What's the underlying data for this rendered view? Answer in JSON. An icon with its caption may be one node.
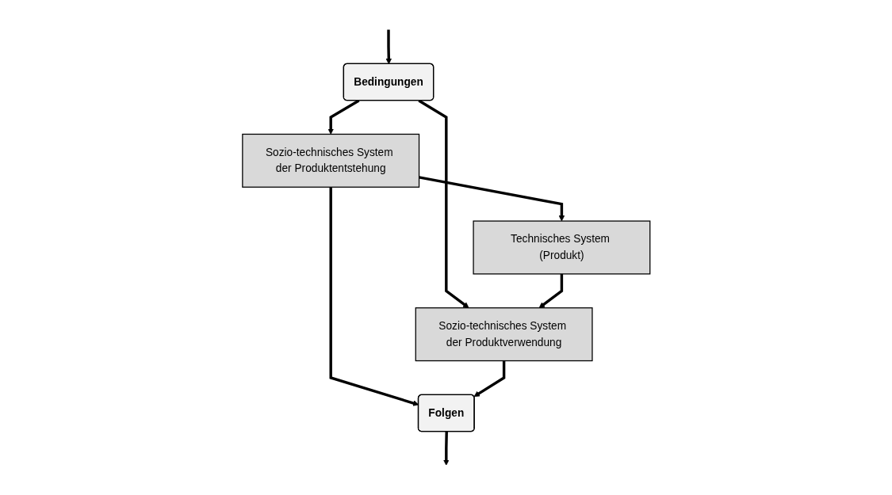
{
  "diagram": {
    "nodes": [
      {
        "text": [
          "Bedingungen"
        ]
      },
      {
        "text": [
          "Sozio-technisches System der Produktentstehung"
        ]
      },
      {
        "text": [
          "Technisches System (Produkt)"
        ]
      },
      {
        "text": [
          "Sozio-technisches System der Produktverwendung"
        ]
      },
      {
        "text": [
          "Folgen"
        ]
      }
    ],
    "edges": [
      {
        "from": null,
        "to": 0,
        "arrow": "to"
      },
      {
        "from": 0,
        "to": 1,
        "arrow": "to"
      },
      {
        "from": 0,
        "to": 3,
        "arrow": "to"
      },
      {
        "from": 1,
        "to": 2,
        "arrow": "to"
      },
      {
        "from": 2,
        "to": 3,
        "arrow": "to"
      },
      {
        "from": 1,
        "to": 4,
        "arrow": "to"
      },
      {
        "from": 3,
        "to": 4,
        "arrow": "to"
      },
      {
        "from": 4,
        "to": null,
        "arrow": "to"
      }
    ]
  }
}
